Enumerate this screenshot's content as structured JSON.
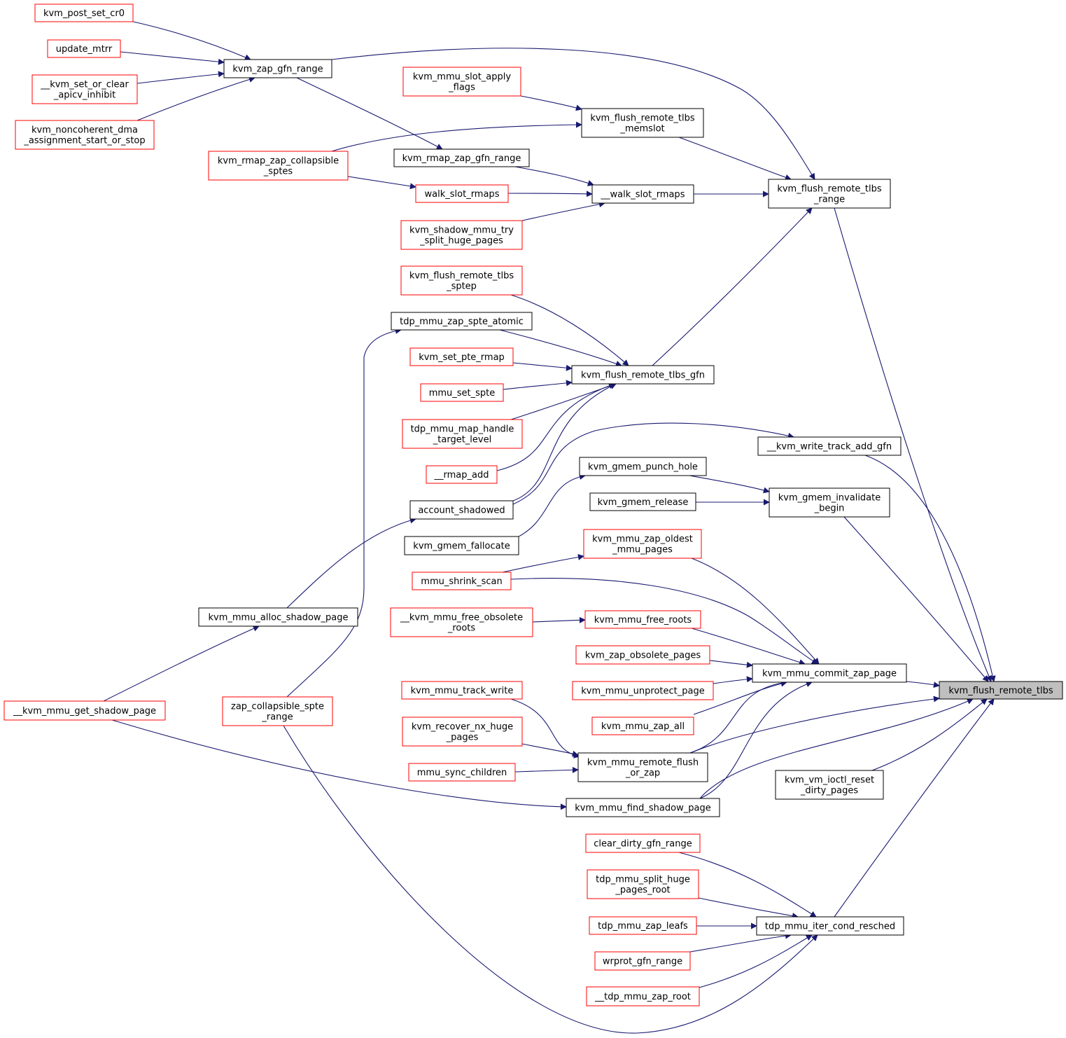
{
  "colors": {
    "edge": "#191970",
    "border_black": "#000000",
    "border_red": "#ff0000",
    "root_fill": "#bfbfbf",
    "fill": "#ffffff"
  },
  "nodes": [
    {
      "id": "root",
      "lines": [
        "kvm_flush_remote_tlbs"
      ],
      "style": "root"
    },
    {
      "id": "kvm_post_set_cr0",
      "lines": [
        "kvm_post_set_cr0"
      ],
      "style": "red"
    },
    {
      "id": "update_mtrr",
      "lines": [
        "update_mtrr"
      ],
      "style": "red"
    },
    {
      "id": "kvm_set_or_clear_apicv_inhibit",
      "lines": [
        "__kvm_set_or_clear",
        "_apicv_inhibit"
      ],
      "style": "red"
    },
    {
      "id": "kvm_noncoherent",
      "lines": [
        "kvm_noncoherent_dma",
        "_assignment_start_or_stop"
      ],
      "style": "red"
    },
    {
      "id": "kvm_zap_gfn_range",
      "lines": [
        "kvm_zap_gfn_range"
      ],
      "style": "black"
    },
    {
      "id": "kvm_mmu_slot_apply_flags",
      "lines": [
        "kvm_mmu_slot_apply",
        "_flags"
      ],
      "style": "red"
    },
    {
      "id": "kvm_flush_remote_tlbs_memslot",
      "lines": [
        "kvm_flush_remote_tlbs",
        "_memslot"
      ],
      "style": "black"
    },
    {
      "id": "kvm_rmap_zap_collapsible_sptes",
      "lines": [
        "kvm_rmap_zap_collapsible",
        "_sptes"
      ],
      "style": "red"
    },
    {
      "id": "kvm_rmap_zap_gfn_range",
      "lines": [
        "kvm_rmap_zap_gfn_range"
      ],
      "style": "black"
    },
    {
      "id": "walk_slot_rmaps",
      "lines": [
        "walk_slot_rmaps"
      ],
      "style": "red"
    },
    {
      "id": "__walk_slot_rmaps",
      "lines": [
        "__walk_slot_rmaps"
      ],
      "style": "black"
    },
    {
      "id": "kvm_flush_remote_tlbs_range",
      "lines": [
        "kvm_flush_remote_tlbs",
        "_range"
      ],
      "style": "black"
    },
    {
      "id": "kvm_shadow_mmu_try_split",
      "lines": [
        "kvm_shadow_mmu_try",
        "_split_huge_pages"
      ],
      "style": "red"
    },
    {
      "id": "kvm_flush_remote_tlbs_sptep",
      "lines": [
        "kvm_flush_remote_tlbs",
        "_sptep"
      ],
      "style": "red"
    },
    {
      "id": "tdp_mmu_zap_spte_atomic",
      "lines": [
        "tdp_mmu_zap_spte_atomic"
      ],
      "style": "black"
    },
    {
      "id": "kvm_set_pte_rmap",
      "lines": [
        "kvm_set_pte_rmap"
      ],
      "style": "red"
    },
    {
      "id": "kvm_flush_remote_tlbs_gfn",
      "lines": [
        "kvm_flush_remote_tlbs_gfn"
      ],
      "style": "black"
    },
    {
      "id": "mmu_set_spte",
      "lines": [
        "mmu_set_spte"
      ],
      "style": "red"
    },
    {
      "id": "tdp_mmu_map_handle",
      "lines": [
        "tdp_mmu_map_handle",
        "_target_level"
      ],
      "style": "red"
    },
    {
      "id": "__kvm_write_track_add_gfn",
      "lines": [
        "__kvm_write_track_add_gfn"
      ],
      "style": "black"
    },
    {
      "id": "__rmap_add",
      "lines": [
        "__rmap_add"
      ],
      "style": "red"
    },
    {
      "id": "kvm_gmem_punch_hole",
      "lines": [
        "kvm_gmem_punch_hole"
      ],
      "style": "black"
    },
    {
      "id": "account_shadowed",
      "lines": [
        "account_shadowed"
      ],
      "style": "black"
    },
    {
      "id": "kvm_gmem_release",
      "lines": [
        "kvm_gmem_release"
      ],
      "style": "black"
    },
    {
      "id": "kvm_gmem_invalidate_begin",
      "lines": [
        "kvm_gmem_invalidate",
        "_begin"
      ],
      "style": "black"
    },
    {
      "id": "kvm_gmem_fallocate",
      "lines": [
        "kvm_gmem_fallocate"
      ],
      "style": "black"
    },
    {
      "id": "kvm_mmu_zap_oldest",
      "lines": [
        "kvm_mmu_zap_oldest",
        "_mmu_pages"
      ],
      "style": "red"
    },
    {
      "id": "mmu_shrink_scan",
      "lines": [
        "mmu_shrink_scan"
      ],
      "style": "red"
    },
    {
      "id": "kvm_mmu_alloc_shadow_page",
      "lines": [
        "kvm_mmu_alloc_shadow_page"
      ],
      "style": "black"
    },
    {
      "id": "__kvm_mmu_free_obsolete",
      "lines": [
        "__kvm_mmu_free_obsolete",
        "_roots"
      ],
      "style": "red"
    },
    {
      "id": "kvm_mmu_free_roots",
      "lines": [
        "kvm_mmu_free_roots"
      ],
      "style": "red"
    },
    {
      "id": "kvm_zap_obsolete_pages",
      "lines": [
        "kvm_zap_obsolete_pages"
      ],
      "style": "red"
    },
    {
      "id": "kvm_mmu_commit_zap_page",
      "lines": [
        "kvm_mmu_commit_zap_page"
      ],
      "style": "black"
    },
    {
      "id": "kvm_mmu_track_write",
      "lines": [
        "kvm_mmu_track_write"
      ],
      "style": "red"
    },
    {
      "id": "kvm_mmu_unprotect_page",
      "lines": [
        "kvm_mmu_unprotect_page"
      ],
      "style": "red"
    },
    {
      "id": "__kvm_mmu_get_shadow_page",
      "lines": [
        "__kvm_mmu_get_shadow_page"
      ],
      "style": "red"
    },
    {
      "id": "zap_collapsible_spte_range",
      "lines": [
        "zap_collapsible_spte",
        "_range"
      ],
      "style": "red"
    },
    {
      "id": "kvm_mmu_zap_all",
      "lines": [
        "kvm_mmu_zap_all"
      ],
      "style": "red"
    },
    {
      "id": "kvm_recover_nx_huge_pages",
      "lines": [
        "kvm_recover_nx_huge",
        "_pages"
      ],
      "style": "red"
    },
    {
      "id": "kvm_mmu_remote_flush_or_zap",
      "lines": [
        "kvm_mmu_remote_flush",
        "_or_zap"
      ],
      "style": "black"
    },
    {
      "id": "mmu_sync_children",
      "lines": [
        "mmu_sync_children"
      ],
      "style": "red"
    },
    {
      "id": "kvm_vm_ioctl_reset",
      "lines": [
        "kvm_vm_ioctl_reset",
        "_dirty_pages"
      ],
      "style": "black"
    },
    {
      "id": "kvm_mmu_find_shadow_page",
      "lines": [
        "kvm_mmu_find_shadow_page"
      ],
      "style": "black"
    },
    {
      "id": "clear_dirty_gfn_range",
      "lines": [
        "clear_dirty_gfn_range"
      ],
      "style": "red"
    },
    {
      "id": "tdp_mmu_split_huge",
      "lines": [
        "tdp_mmu_split_huge",
        "_pages_root"
      ],
      "style": "red"
    },
    {
      "id": "tdp_mmu_zap_leafs",
      "lines": [
        "tdp_mmu_zap_leafs"
      ],
      "style": "red"
    },
    {
      "id": "tdp_mmu_iter_cond_resched",
      "lines": [
        "tdp_mmu_iter_cond_resched"
      ],
      "style": "black"
    },
    {
      "id": "wrprot_gfn_range",
      "lines": [
        "wrprot_gfn_range"
      ],
      "style": "red"
    },
    {
      "id": "__tdp_mmu_zap_root",
      "lines": [
        "__tdp_mmu_zap_root"
      ],
      "style": "red"
    }
  ],
  "edges": [
    [
      "kvm_post_set_cr0",
      "kvm_zap_gfn_range"
    ],
    [
      "update_mtrr",
      "kvm_zap_gfn_range"
    ],
    [
      "kvm_set_or_clear_apicv_inhibit",
      "kvm_zap_gfn_range"
    ],
    [
      "kvm_noncoherent",
      "kvm_zap_gfn_range"
    ],
    [
      "kvm_zap_gfn_range",
      "kvm_flush_remote_tlbs_range"
    ],
    [
      "kvm_zap_gfn_range",
      "kvm_rmap_zap_gfn_range"
    ],
    [
      "kvm_mmu_slot_apply_flags",
      "kvm_flush_remote_tlbs_memslot"
    ],
    [
      "kvm_rmap_zap_collapsible_sptes",
      "kvm_flush_remote_tlbs_memslot"
    ],
    [
      "kvm_rmap_zap_collapsible_sptes",
      "walk_slot_rmaps"
    ],
    [
      "kvm_flush_remote_tlbs_memslot",
      "kvm_flush_remote_tlbs_range"
    ],
    [
      "kvm_rmap_zap_gfn_range",
      "__walk_slot_rmaps"
    ],
    [
      "walk_slot_rmaps",
      "__walk_slot_rmaps"
    ],
    [
      "kvm_shadow_mmu_try_split",
      "__walk_slot_rmaps"
    ],
    [
      "__walk_slot_rmaps",
      "kvm_flush_remote_tlbs_range"
    ],
    [
      "kvm_flush_remote_tlbs_range",
      "root"
    ],
    [
      "kvm_flush_remote_tlbs_sptep",
      "kvm_flush_remote_tlbs_gfn"
    ],
    [
      "tdp_mmu_zap_spte_atomic",
      "kvm_flush_remote_tlbs_gfn"
    ],
    [
      "kvm_set_pte_rmap",
      "kvm_flush_remote_tlbs_gfn"
    ],
    [
      "mmu_set_spte",
      "kvm_flush_remote_tlbs_gfn"
    ],
    [
      "tdp_mmu_map_handle",
      "kvm_flush_remote_tlbs_gfn"
    ],
    [
      "__rmap_add",
      "kvm_flush_remote_tlbs_gfn"
    ],
    [
      "account_shadowed",
      "kvm_flush_remote_tlbs_gfn"
    ],
    [
      "account_shadowed",
      "__kvm_write_track_add_gfn"
    ],
    [
      "kvm_flush_remote_tlbs_gfn",
      "kvm_flush_remote_tlbs_range"
    ],
    [
      "__kvm_write_track_add_gfn",
      "root"
    ],
    [
      "kvm_gmem_punch_hole",
      "kvm_gmem_invalidate_begin"
    ],
    [
      "kvm_gmem_release",
      "kvm_gmem_invalidate_begin"
    ],
    [
      "kvm_gmem_fallocate",
      "kvm_gmem_punch_hole"
    ],
    [
      "kvm_gmem_invalidate_begin",
      "root"
    ],
    [
      "mmu_shrink_scan",
      "kvm_mmu_zap_oldest"
    ],
    [
      "mmu_shrink_scan",
      "kvm_mmu_commit_zap_page"
    ],
    [
      "kvm_mmu_zap_oldest",
      "kvm_mmu_commit_zap_page"
    ],
    [
      "__kvm_mmu_free_obsolete",
      "kvm_mmu_free_roots"
    ],
    [
      "kvm_mmu_free_roots",
      "kvm_mmu_commit_zap_page"
    ],
    [
      "kvm_zap_obsolete_pages",
      "kvm_mmu_commit_zap_page"
    ],
    [
      "kvm_mmu_unprotect_page",
      "kvm_mmu_commit_zap_page"
    ],
    [
      "kvm_mmu_zap_all",
      "kvm_mmu_commit_zap_page"
    ],
    [
      "kvm_mmu_remote_flush_or_zap",
      "kvm_mmu_commit_zap_page"
    ],
    [
      "kvm_mmu_find_shadow_page",
      "kvm_mmu_commit_zap_page"
    ],
    [
      "kvm_mmu_commit_zap_page",
      "root"
    ],
    [
      "kvm_mmu_alloc_shadow_page",
      "account_shadowed"
    ],
    [
      "__kvm_mmu_get_shadow_page",
      "kvm_mmu_alloc_shadow_page"
    ],
    [
      "__kvm_mmu_get_shadow_page",
      "kvm_mmu_find_shadow_page"
    ],
    [
      "zap_collapsible_spte_range",
      "tdp_mmu_zap_spte_atomic"
    ],
    [
      "zap_collapsible_spte_range",
      "tdp_mmu_iter_cond_resched"
    ],
    [
      "kvm_mmu_track_write",
      "kvm_mmu_remote_flush_or_zap"
    ],
    [
      "kvm_recover_nx_huge_pages",
      "kvm_mmu_remote_flush_or_zap"
    ],
    [
      "mmu_sync_children",
      "kvm_mmu_remote_flush_or_zap"
    ],
    [
      "kvm_mmu_remote_flush_or_zap",
      "root"
    ],
    [
      "kvm_mmu_find_shadow_page",
      "root"
    ],
    [
      "kvm_vm_ioctl_reset",
      "root"
    ],
    [
      "clear_dirty_gfn_range",
      "tdp_mmu_iter_cond_resched"
    ],
    [
      "tdp_mmu_split_huge",
      "tdp_mmu_iter_cond_resched"
    ],
    [
      "tdp_mmu_zap_leafs",
      "tdp_mmu_iter_cond_resched"
    ],
    [
      "wrprot_gfn_range",
      "tdp_mmu_iter_cond_resched"
    ],
    [
      "__tdp_mmu_zap_root",
      "tdp_mmu_iter_cond_resched"
    ],
    [
      "tdp_mmu_iter_cond_resched",
      "root"
    ]
  ]
}
